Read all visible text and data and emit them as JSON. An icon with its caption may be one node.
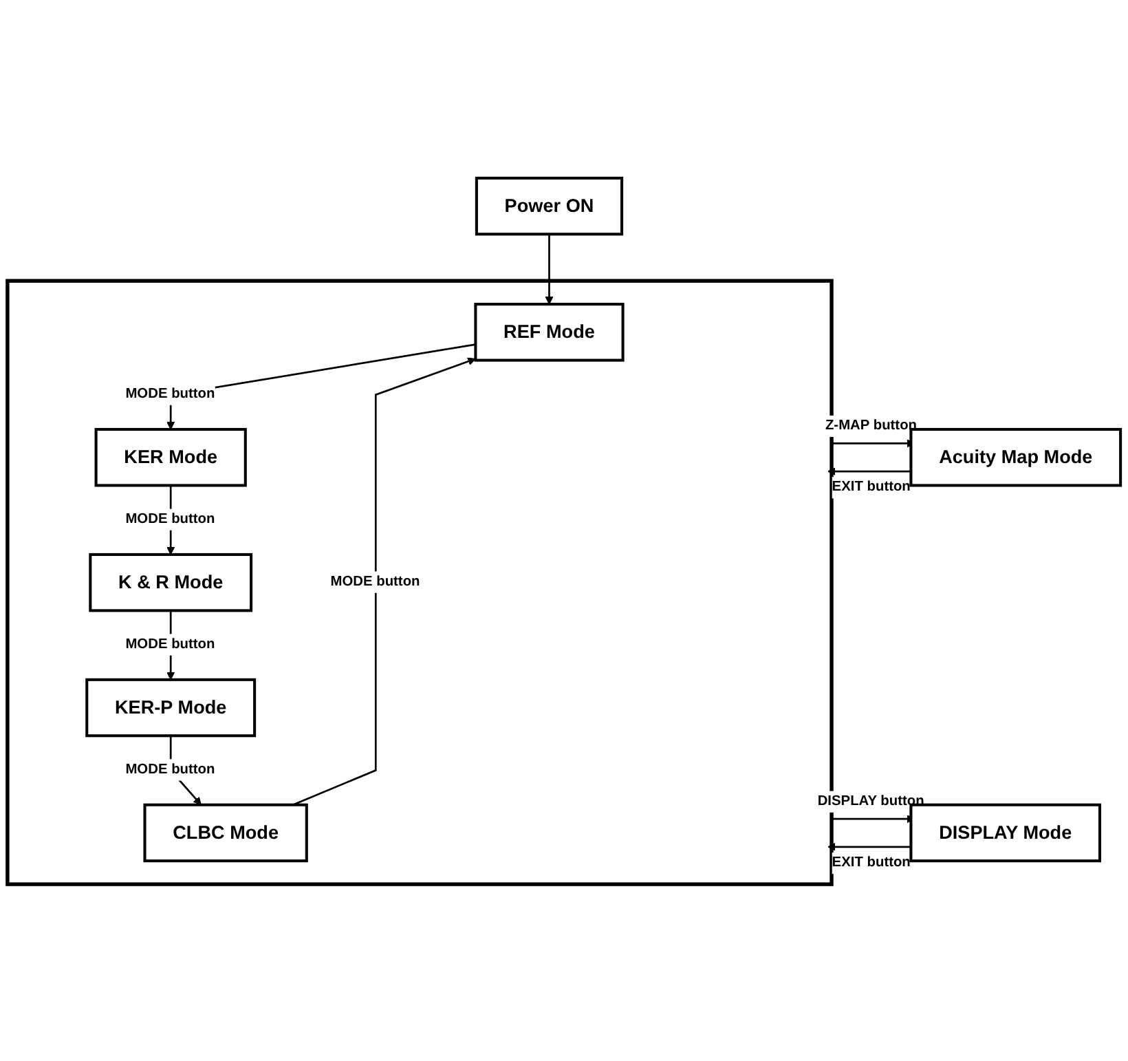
{
  "diagram": {
    "nodes": [
      {
        "text": [
          "Power ON"
        ]
      },
      {
        "text": [],
        "shape": "box"
      },
      {
        "text": [
          "REF Mode"
        ],
        "in": 1
      },
      {
        "text": [
          "KER Mode"
        ],
        "in": 1
      },
      {
        "text": [
          "K & R Mode"
        ],
        "in": 1
      },
      {
        "text": [
          "KER-P Mode"
        ],
        "in": 1
      },
      {
        "text": [
          "CLBC Mode"
        ],
        "in": 1
      },
      {
        "text": [
          "Acuity Map Mode"
        ]
      },
      {
        "text": [
          "DISPLAY Mode"
        ]
      }
    ],
    "edges": [
      {
        "from": 0,
        "to": 2,
        "arrow": "to"
      },
      {
        "from": 2,
        "to": 3,
        "arrow": "to",
        "label": "MODE button"
      },
      {
        "from": 3,
        "to": 4,
        "arrow": "to",
        "label": "MODE button"
      },
      {
        "from": 4,
        "to": 5,
        "arrow": "to",
        "label": "MODE button"
      },
      {
        "from": 5,
        "to": 6,
        "arrow": "to",
        "label": "MODE button"
      },
      {
        "from": 6,
        "to": 2,
        "arrow": "to",
        "label": "MODE button"
      },
      {
        "from": 1,
        "to": 7,
        "arrow": "to",
        "label": "Z-MAP button"
      },
      {
        "from": 7,
        "to": 1,
        "arrow": "to",
        "label": "EXIT button"
      },
      {
        "from": 1,
        "to": 8,
        "arrow": "to",
        "label": "DISPLAY button"
      },
      {
        "from": 8,
        "to": 1,
        "arrow": "to",
        "label": "EXIT button"
      }
    ]
  }
}
